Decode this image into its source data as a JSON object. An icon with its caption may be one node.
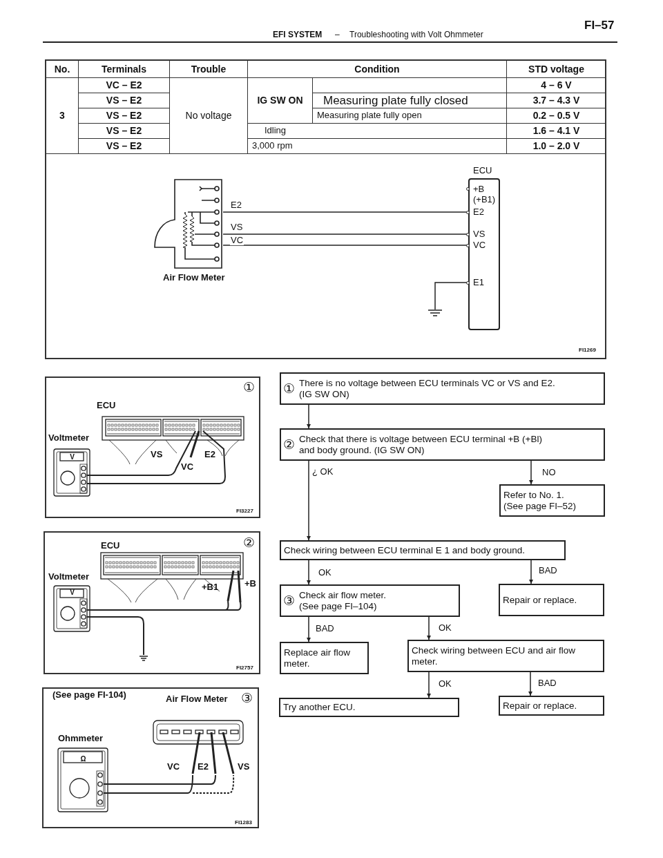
{
  "diagram": {
    "nodes": [
      {
        "text": [],
        "shape": "box",
        "beside": [
          "Air Flow Meter"
        ]
      },
      {
        "text": [
          "ECU",
          "+B (+B1)",
          "E2",
          "VS",
          "VC",
          "E1"
        ]
      },
      {
        "text": [],
        "shape": "ground"
      },
      {
        "text": [
          "①",
          "There is no voltage between ECU terminals VC or VS and E2. (IG SW ON)"
        ]
      },
      {
        "text": [
          "②",
          "Check that there is voltage between ECU terminal +B (+Bl) and body ground. (IG SW ON)"
        ]
      },
      {
        "text": [
          "Refer to No. 1. (See page FI–52)"
        ]
      },
      {
        "text": [
          "Check wiring between ECU terminal E 1 and body ground."
        ]
      },
      {
        "text": [
          "Repair or replace."
        ]
      },
      {
        "text": [
          "③",
          "Check air flow meter. (See page FI–104)"
        ]
      },
      {
        "text": [
          "Replace air flow meter."
        ]
      },
      {
        "text": [
          "Check wiring between ECU and air flow meter."
        ]
      },
      {
        "text": [
          "Try another ECU."
        ]
      },
      {
        "text": [
          "Repair or replace."
        ]
      }
    ],
    "edges": [
      {
        "from": 0,
        "to": 1,
        "arrow": "none",
        "label": "E2"
      },
      {
        "from": 0,
        "to": 1,
        "arrow": "none",
        "label": "VS"
      },
      {
        "from": 0,
        "to": 1,
        "arrow": "none",
        "label": "VC"
      },
      {
        "from": 1,
        "to": 2,
        "arrow": "none"
      },
      {
        "from": 3,
        "to": 4,
        "arrow": "to"
      },
      {
        "from": 4,
        "to": 6,
        "arrow": "to",
        "label": "¿ OK"
      },
      {
        "from": 4,
        "to": 5,
        "arrow": "to",
        "label": "NO"
      },
      {
        "from": 6,
        "to": 8,
        "arrow": "to",
        "label": "OK"
      },
      {
        "from": 6,
        "to": 7,
        "arrow": "to",
        "label": "BAD"
      },
      {
        "from": 8,
        "to": 9,
        "arrow": "to",
        "label": "BAD"
      },
      {
        "from": 8,
        "to": 10,
        "arrow": "to",
        "label": "OK"
      },
      {
        "from": 10,
        "to": 11,
        "arrow": "to",
        "label": "OK"
      },
      {
        "from": 10,
        "to": 12,
        "arrow": "to",
        "label": "BAD"
      }
    ],
    "labels": [
      "FI–57",
      "EFI SYSTEM",
      "–",
      "Troubleshooting with Volt Ohmmeter",
      "No.",
      "Terminals",
      "Trouble",
      "Condition",
      "STD voltage",
      "3",
      "VC – E2",
      "No voltage",
      "IG SW ON",
      "4 – 6 V",
      "VS – E2",
      "Measuring plate fully closed",
      "3.7 – 4.3 V",
      "VS – E2",
      "Measuring plate fully open",
      "0.2 – 0.5 V",
      "VS – E2",
      "Idling",
      "1.6 – 4.1 V",
      "VS – E2",
      "3,000 rpm",
      "1.0 – 2.0 V",
      "FI1269",
      "①",
      "ECU",
      "Voltmeter",
      "V",
      "VS",
      "VC",
      "E2",
      "FI3227",
      "②",
      "ECU",
      "Voltmeter",
      "V",
      "+B1",
      "+B",
      "FI2757",
      "(See page FI-104)",
      "Air Flow Meter",
      "③",
      "Ohmmeter",
      "Ω",
      "VC",
      "E2",
      "VS",
      "FI1283"
    ]
  }
}
